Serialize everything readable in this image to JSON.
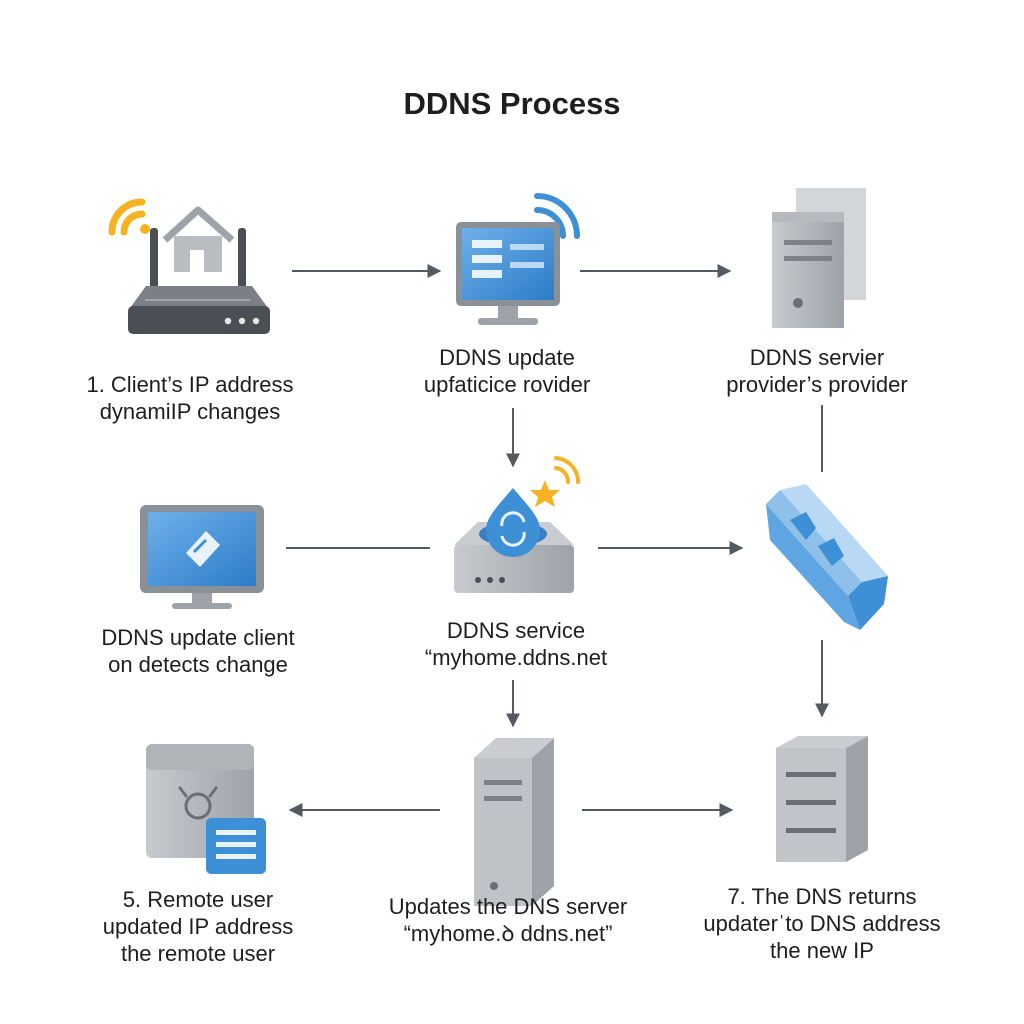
{
  "title": "DDNS Process",
  "nodes": {
    "router": {
      "icon": "router-home-wifi-icon",
      "lines": [
        "1. Client’s IP address",
        "dynamiIP changes"
      ]
    },
    "update_monitor": {
      "icon": "monitor-wifi-icon",
      "lines": [
        "DDNS update",
        "upfaticice rovider"
      ]
    },
    "provider_server": {
      "icon": "server-tower-icon",
      "lines": [
        "DDNS servier",
        "provider’s provider"
      ]
    },
    "client_monitor": {
      "icon": "monitor-icon",
      "lines": [
        "DDNS update client",
        "on detects change"
      ]
    },
    "ddns_service": {
      "icon": "sync-drop-device-icon",
      "lines": [
        "DDNS service",
        "“myhome.ddns.net"
      ]
    },
    "network_block": {
      "icon": "network-block-icon",
      "lines": []
    },
    "remote_user": {
      "icon": "remote-user-panel-icon",
      "lines": [
        "5. Remote user",
        "updated IP address",
        "the remote user"
      ]
    },
    "dns_server": {
      "icon": "server-tower-icon",
      "lines": [
        "Updates the DNS server",
        "“myhome.ꝺ ddns.net”"
      ]
    },
    "dns_return": {
      "icon": "server-rack-icon",
      "lines": [
        "7. The DNS returns",
        "updaterˈto DNS address",
        "the new IP"
      ]
    }
  },
  "colors": {
    "blue": "#3d8fd6",
    "light_blue": "#8ec0ea",
    "gray": "#9ea3a9",
    "dark_gray": "#4a4f55",
    "wifi_yellow": "#f5b324",
    "arrow": "#555a60"
  }
}
